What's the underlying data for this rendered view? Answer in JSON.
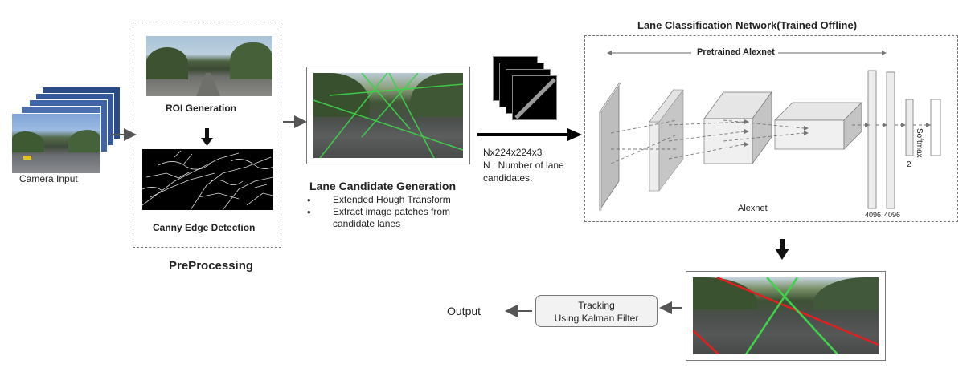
{
  "camera": {
    "label": "Camera Input"
  },
  "preprocessing": {
    "title": "PreProcessing",
    "roi_label": "ROI Generation",
    "canny_label": "Canny Edge Detection"
  },
  "candidate": {
    "title": "Lane Candidate Generation",
    "bullets": [
      "Extended Hough Transform",
      "Extract image patches from candidate lanes"
    ],
    "bullet_1_line_2": "candidate lanes",
    "bullet_1_line_1": "Extract image patches from"
  },
  "patches": {
    "size": "Nx224x224x3",
    "n_line1": "N : Number of lane",
    "n_line2": "candidates."
  },
  "network": {
    "title": "Lane Classification Network(Trained Offline)",
    "pretrained_label": "Pretrained Alexnet",
    "alexnet_label": "Alexnet",
    "fc1_units": "4096",
    "fc2_units": "4096",
    "fc3_units": "2",
    "softmax_label": "Softmax"
  },
  "tracking": {
    "line1": "Tracking",
    "line2": "Using Kalman Filter"
  },
  "output": {
    "label": "Output"
  },
  "colors": {
    "lane_green": "#3cd44a",
    "lane_red": "#e02020",
    "arrow": "#555555"
  }
}
